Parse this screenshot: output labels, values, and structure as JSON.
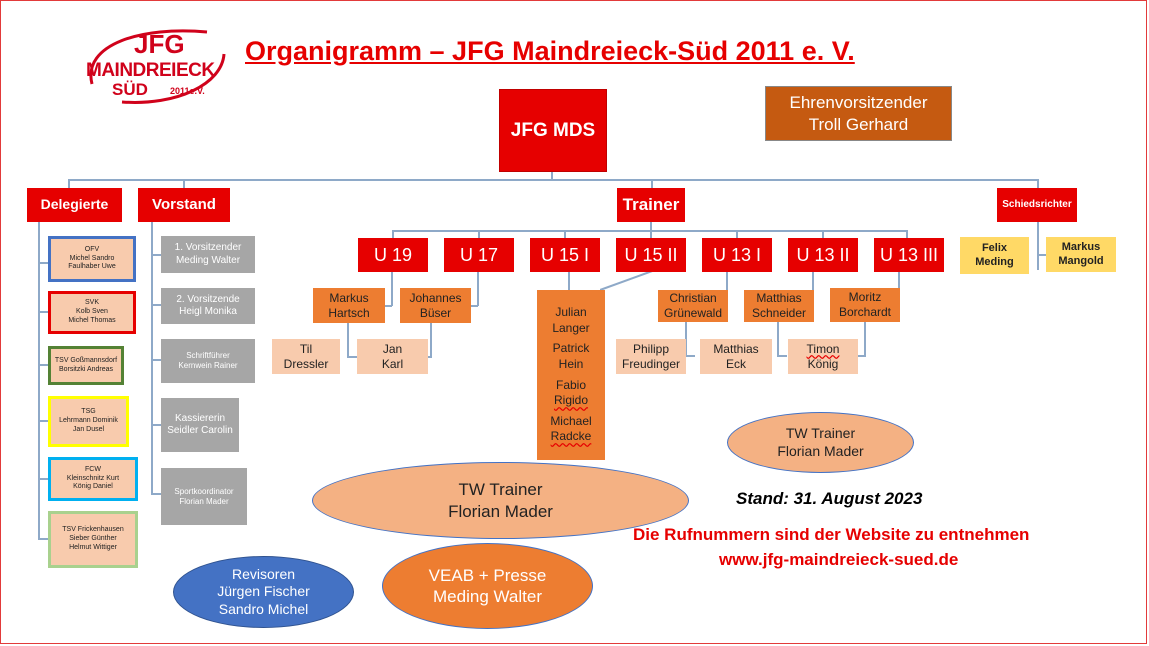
{
  "logo": {
    "line1": "JFG",
    "line2": "MAINDREIECK",
    "line3": "SÜD",
    "line4": "2011e.V."
  },
  "title": "Organigramm – JFG Maindreieck-Süd 2011 e. V.",
  "root": "JFG MDS",
  "ehren": {
    "line1": "Ehrenvorsitzender",
    "line2": "Troll Gerhard"
  },
  "delegierte": {
    "header": "Delegierte",
    "items": [
      {
        "club": "OFV",
        "p1": "Michel Sandro",
        "p2": "Faulhaber Uwe",
        "border": "#4472c4"
      },
      {
        "club": "SVK",
        "p1": "Kolb Sven",
        "p2": "Michel Thomas",
        "border": "#e60000"
      },
      {
        "club": "TSV Goßmannsdorf",
        "p1": "Borsitzki Andreas",
        "p2": "",
        "border": "#548235"
      },
      {
        "club": "TSG",
        "p1": "Lehrmann Dominik",
        "p2": "Jan Dusel",
        "border": "#ffff00"
      },
      {
        "club": "FCW",
        "p1": "Kleinschnitz Kurt",
        "p2": "König Daniel",
        "border": "#00b0f0"
      },
      {
        "club": "TSV Frickenhausen",
        "p1": "Sieber Günther",
        "p2": "Helmut Wittiger",
        "border": "#a9d18e"
      }
    ]
  },
  "vorstand": {
    "header": "Vorstand",
    "items": [
      {
        "role": "1. Vorsitzender",
        "name": "Meding Walter"
      },
      {
        "role": "2. Vorsitzende",
        "name": "Heigl Monika"
      },
      {
        "role": "Schriftführer",
        "name": "Kernwein Rainer"
      },
      {
        "role": "Kassiererin",
        "name": "Seidler Carolin"
      },
      {
        "role": "Sportkoordinator",
        "name": "Florian Mader"
      }
    ]
  },
  "trainer": {
    "header": "Trainer",
    "teams": [
      "U 19",
      "U 17",
      "U 15 I",
      "U 15 II",
      "U 13 I",
      "U 13 II",
      "U 13 III"
    ],
    "u19_head": {
      "a": "Markus",
      "b": "Hartsch"
    },
    "u17_head": {
      "a": "Johannes",
      "b": "Büser"
    },
    "u19_asst": {
      "a": "Til",
      "b": "Dressler"
    },
    "u17_asst": {
      "a": "Jan",
      "b": "Karl"
    },
    "u15": [
      "Julian",
      "Langer",
      "Patrick",
      "Hein",
      "Fabio",
      "Rigido",
      "Michael",
      "Radcke"
    ],
    "u13i_head": {
      "a": "Christian",
      "b": "Grünewald"
    },
    "u13ii_head": {
      "a": "Matthias",
      "b": "Schneider"
    },
    "u13iii_head": {
      "a": "Moritz",
      "b": "Borchardt"
    },
    "u13i_asst": {
      "a": "Philipp",
      "b": "Freudinger"
    },
    "u13ii_asst": {
      "a": "Matthias",
      "b": "Eck"
    },
    "u13iii_asst": {
      "a": "Timon",
      "b": "König"
    }
  },
  "schiedsrichter": {
    "header": "Schiedsrichter",
    "r1": {
      "a": "Felix",
      "b": "Meding"
    },
    "r2": {
      "a": "Markus",
      "b": "Mangold"
    }
  },
  "tw_small": {
    "a": "TW Trainer",
    "b": "Florian Mader"
  },
  "tw_large": {
    "a": "TW Trainer",
    "b": "Florian Mader"
  },
  "revisoren": {
    "a": "Revisoren",
    "b": "Jürgen Fischer",
    "c": "Sandro Michel"
  },
  "veab": {
    "a": "VEAB + Presse",
    "b": "Meding Walter"
  },
  "stand": "Stand: 31. August 2023",
  "info1": "Die Rufnummern sind der Website zu entnehmen",
  "info2": "www.jfg-maindreieck-sued.de",
  "colors": {
    "red": "#e60000",
    "gray": "#a6a6a6",
    "orange": "#ed7d31",
    "peach": "#f8cbad",
    "yellow": "#ffd966",
    "ehren": "#c55a11",
    "blue": "#4472c4"
  }
}
